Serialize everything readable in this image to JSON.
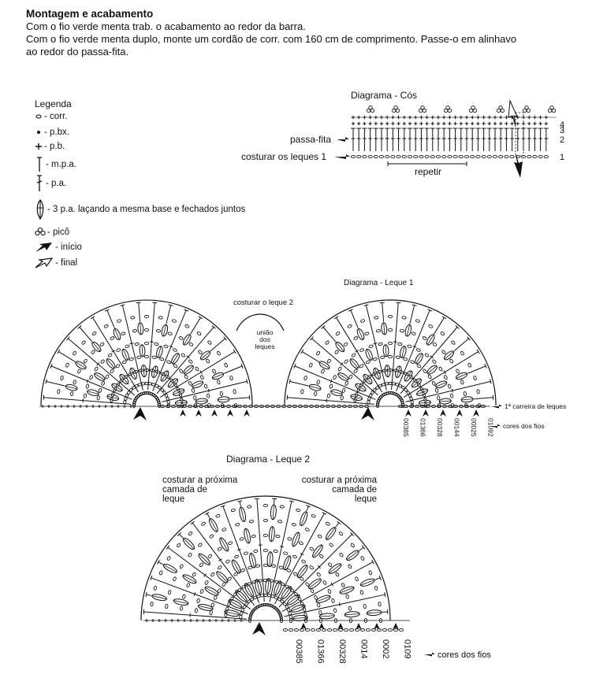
{
  "intro": {
    "title": "Montagem e acabamento",
    "line1": "Com o fio verde menta trab. o acabamento ao redor da barra.",
    "line2": "Com o fio verde menta duplo, monte um cordão de corr. com 160 cm de comprimento. Passe-o em alinhavo",
    "line3": "ao redor do passa-fita."
  },
  "legend": {
    "heading": "Legenda",
    "items": [
      {
        "icon": "chain-stitch-icon",
        "label": "- corr."
      },
      {
        "icon": "slip-stitch-icon",
        "label": "- p.bx."
      },
      {
        "icon": "single-crochet-icon",
        "label": "- p.b."
      },
      {
        "icon": "half-double-crochet-icon",
        "label": "- m.p.a."
      },
      {
        "icon": "double-crochet-icon",
        "label": "- p.a."
      },
      {
        "icon": "cluster-icon",
        "label": "- 3 p.a. laçando a mesma base e fechados juntos"
      },
      {
        "icon": "picot-icon",
        "label": "- picô"
      },
      {
        "icon": "start-arrow-icon",
        "label": "- início"
      },
      {
        "icon": "end-arrow-icon",
        "label": "- final"
      }
    ]
  },
  "cos": {
    "title": "Diagrama - Cós",
    "passa_fita": "passa-fita",
    "costurar": "costurar os leques 1",
    "repetir": "repetir",
    "rows": [
      "4",
      "3",
      "2",
      "1"
    ]
  },
  "leque1": {
    "title": "Diagrama - Leque 1",
    "costurar": "costurar o leque 2",
    "uniao": [
      "união",
      "dos",
      "leques"
    ],
    "carreira": "1ª carreira de leques",
    "cores_label": "cores dos fios",
    "codes": [
      "00385",
      "01366",
      "00328",
      "00144",
      "00025",
      "01092"
    ]
  },
  "leque2": {
    "title": "Diagrama - Leque 2",
    "left_note": [
      "costurar a próxima",
      "camada de",
      "leque"
    ],
    "right_note": [
      "costurar a próxima",
      "camada de",
      "leque"
    ],
    "cores_label": "cores dos fios",
    "codes": [
      "00385",
      "01366",
      "00328",
      "0014",
      "0002",
      "0109"
    ]
  }
}
